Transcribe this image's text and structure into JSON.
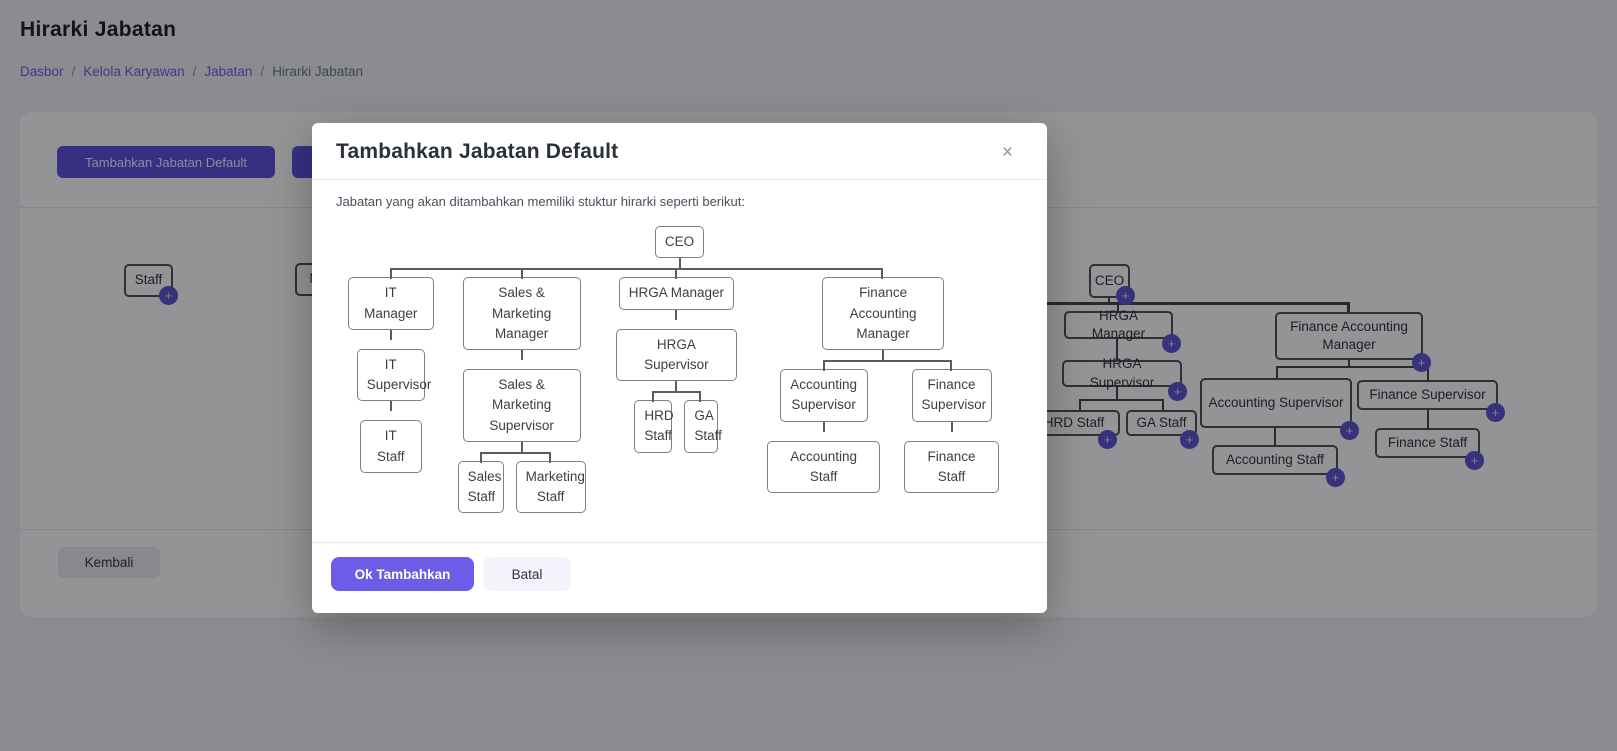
{
  "icons": {
    "plus": "+",
    "close": "×",
    "breadcrumb_separator": "/"
  },
  "colors": {
    "accent": "#6c5ce7",
    "badge": "#5b4fd0",
    "page_button": "#5a4ddb"
  },
  "header": {
    "title": "Hirarki Jabatan",
    "breadcrumb": [
      {
        "label": "Dasbor"
      },
      {
        "label": "Kelola Karyawan"
      },
      {
        "label": "Jabatan"
      },
      {
        "label": "Hirarki Jabatan"
      }
    ]
  },
  "toolbar": {
    "primary_label": "Tambahkan Jabatan Default"
  },
  "footer": {
    "back_label": "Kembali"
  },
  "background_chart": {
    "nodes": {
      "staff": {
        "label": "Staff"
      },
      "clipped": {
        "label": "M"
      },
      "ceo": {
        "label": "CEO"
      },
      "hrga_manager": {
        "label": "HRGA Manager"
      },
      "finance_accounting_manager": {
        "label": "Finance Accounting Manager"
      },
      "hrga_supervisor": {
        "label": "HRGA Supervisor"
      },
      "hrd_staff": {
        "label": "HRD Staff"
      },
      "ga_staff": {
        "label": "GA Staff"
      },
      "accounting_supervisor": {
        "label": "Accounting Supervisor"
      },
      "finance_supervisor": {
        "label": "Finance Supervisor"
      },
      "accounting_staff": {
        "label": "Accounting Staff"
      },
      "finance_staff": {
        "label": "Finance Staff"
      }
    }
  },
  "modal": {
    "title": "Tambahkan Jabatan Default",
    "description": "Jabatan yang akan ditambahkan memiliki stuktur hirarki seperti berikut:",
    "ok_label": "Ok Tambahkan",
    "cancel_label": "Batal",
    "tree": {
      "label": "CEO",
      "children": [
        {
          "label": "IT Manager",
          "children": [
            {
              "label": "IT Supervisor",
              "w": 68,
              "children": [
                {
                  "label": "IT Staff"
                }
              ]
            }
          ]
        },
        {
          "label": "Sales & Marketing Manager",
          "w": 118,
          "children": [
            {
              "label": "Sales & Marketing Supervisor",
              "w": 118,
              "children": [
                {
                  "label": "Sales Staff",
                  "w": 46
                },
                {
                  "label": "Marketing Staff",
                  "w": 70
                }
              ]
            }
          ]
        },
        {
          "label": "HRGA Manager",
          "children": [
            {
              "label": "HRGA Supervisor",
              "children": [
                {
                  "label": "HRD Staff",
                  "w": 38
                },
                {
                  "label": "GA Staff",
                  "w": 34
                }
              ]
            }
          ]
        },
        {
          "label": "Finance Accounting Manager",
          "w": 122,
          "children": [
            {
              "label": "Accounting Supervisor",
              "w": 88,
              "children": [
                {
                  "label": "Accounting Staff"
                }
              ]
            },
            {
              "label": "Finance Supervisor",
              "w": 80,
              "children": [
                {
                  "label": "Finance Staff"
                }
              ]
            }
          ]
        }
      ]
    }
  }
}
